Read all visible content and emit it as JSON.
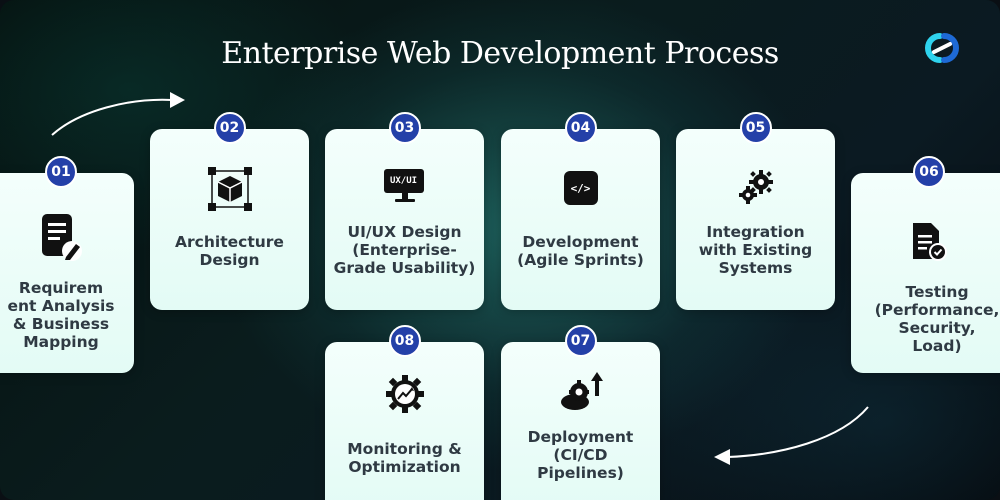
{
  "title": "Enterprise Web Development Process",
  "steps": [
    {
      "num": "01",
      "label": "Requirem\nent Analysis\n& Business\nMapping",
      "icon": "document-edit-icon"
    },
    {
      "num": "02",
      "label": "Architecture\nDesign",
      "icon": "cube-frame-icon"
    },
    {
      "num": "03",
      "label": "UI/UX Design\n(Enterprise-\nGrade Usability)",
      "icon": "monitor-uxui-icon",
      "icon_text": "UX/UI"
    },
    {
      "num": "04",
      "label": "Development\n(Agile Sprints)",
      "icon": "code-icon",
      "icon_text": "</>"
    },
    {
      "num": "05",
      "label": "Integration\nwith Existing\nSystems",
      "icon": "gears-icon"
    },
    {
      "num": "06",
      "label": "Testing\n(Performance,\nSecurity,\nLoad)",
      "icon": "document-check-icon"
    },
    {
      "num": "07",
      "label": "Deployment\n(CI/CD\nPipelines)",
      "icon": "cloud-gear-upload-icon"
    },
    {
      "num": "08",
      "label": "Monitoring &\nOptimization",
      "icon": "gear-chart-icon"
    }
  ],
  "colors": {
    "badge": "#2440a8",
    "card": "#eafcf7",
    "text": "#2f3a43",
    "logo_cyan": "#2fd3ee",
    "logo_blue": "#1e6ad6"
  }
}
